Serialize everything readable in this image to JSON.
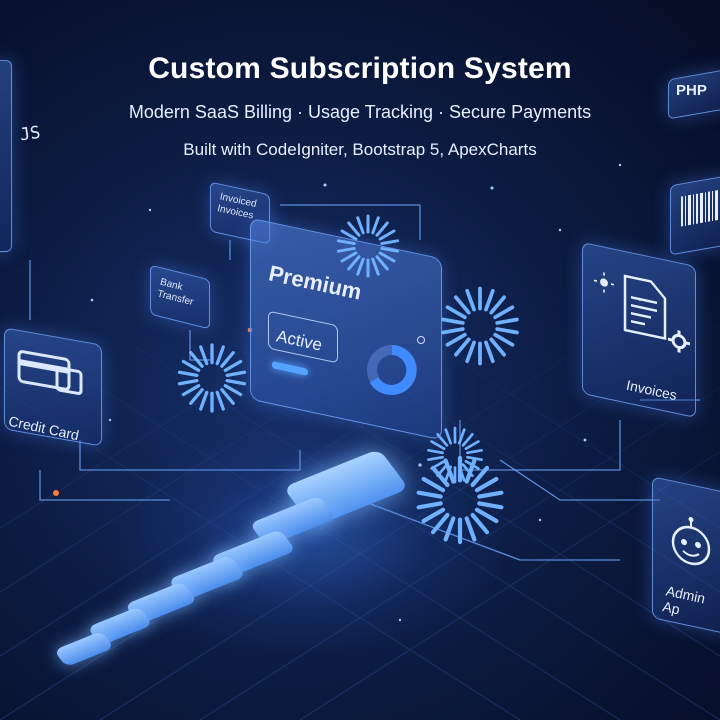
{
  "header": {
    "title": "Custom Subscription System",
    "subtitle": "Modern SaaS Billing · Usage Tracking · Secure Payments",
    "built_with": "Built with CodeIgniter, Bootstrap 5, ApexCharts"
  },
  "cards": {
    "premium_title": "Premium",
    "premium_status": "Active",
    "credit_card": "Credit Card",
    "invoices": "Invoices",
    "bank_transfer": "Bank Transfer",
    "invoiced_invoices": "Invoiced Invoices",
    "js_label": "JS",
    "php_label": "PHP",
    "admin_label": "Admin Ap"
  },
  "icons": [
    "credit-card-icon",
    "document-icon",
    "gear-icon",
    "barcode-icon",
    "robot-icon",
    "donut-chart-icon"
  ],
  "colors": {
    "background": "#0b1838",
    "accent": "#5a9bff",
    "glow": "#8fc2ff",
    "spark": "#ff7a3a"
  }
}
